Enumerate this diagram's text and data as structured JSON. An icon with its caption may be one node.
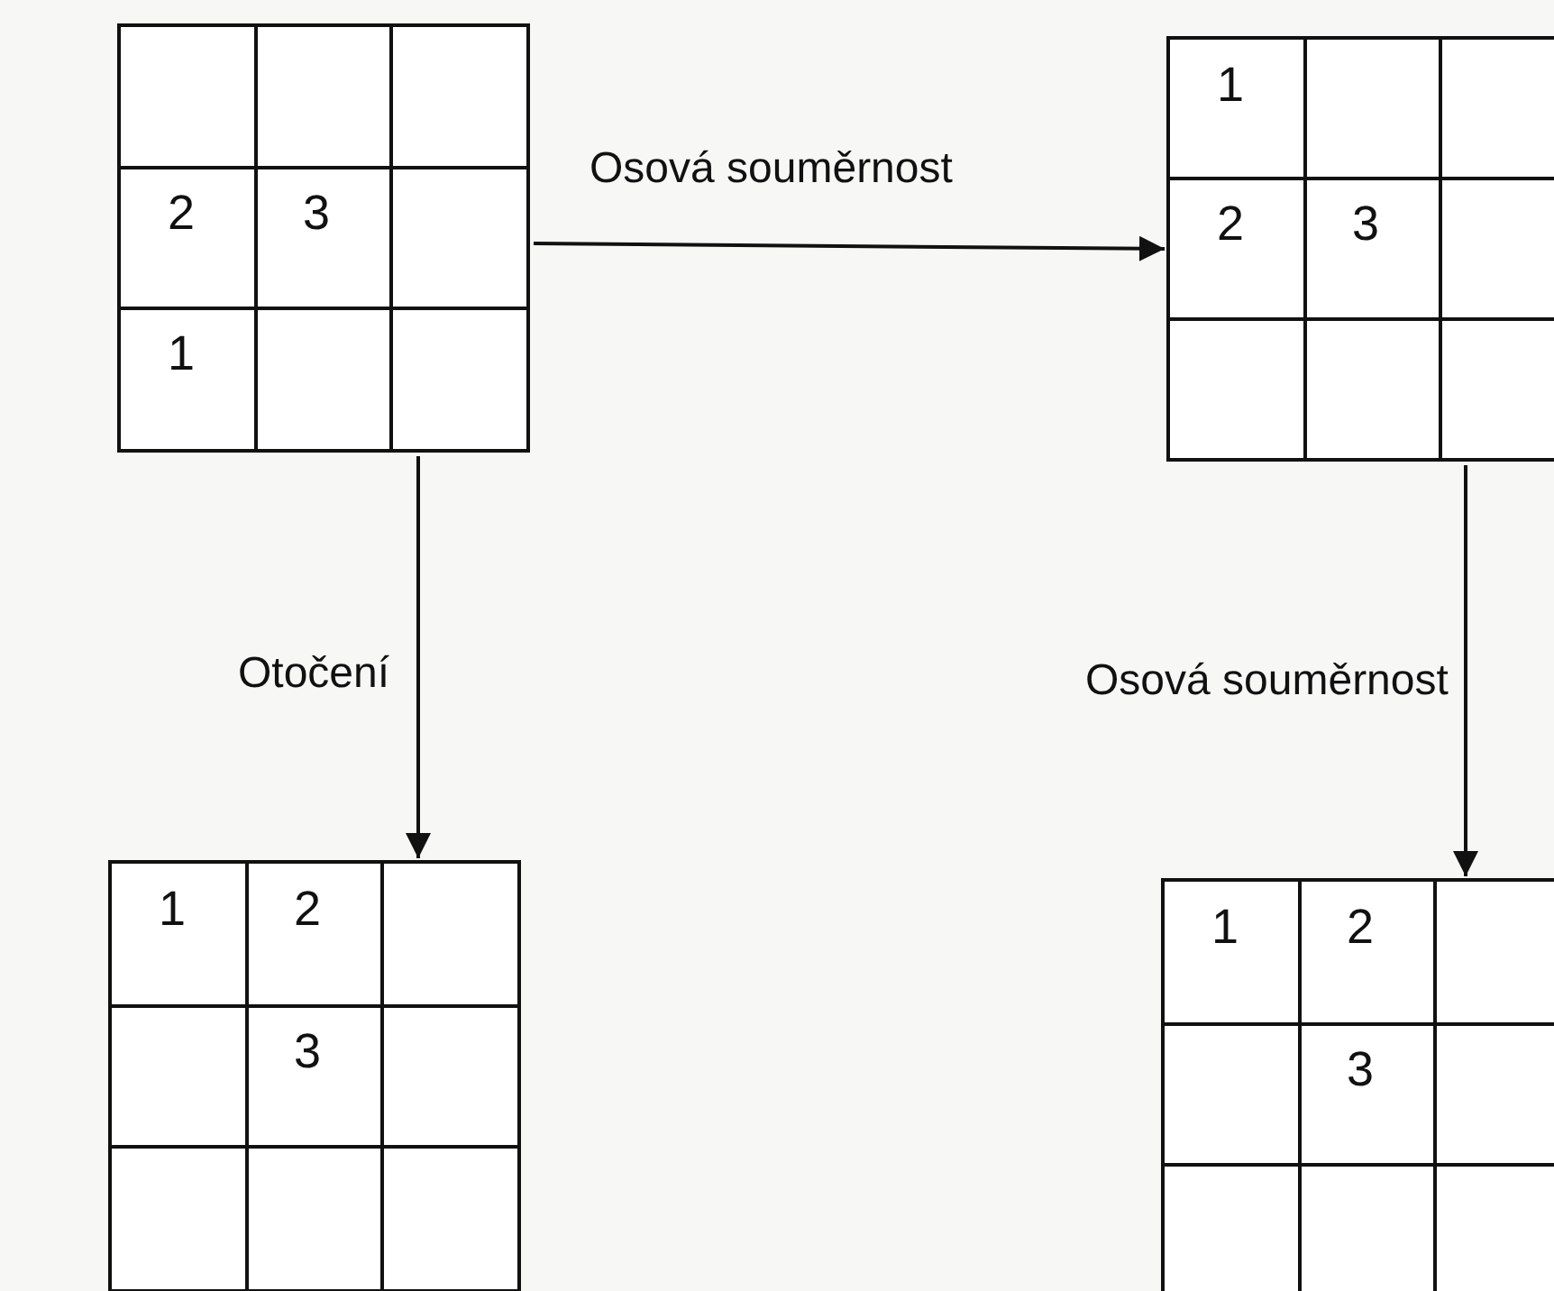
{
  "diagram": {
    "nodes": [
      {
        "text": [
          "2",
          "3",
          "1"
        ]
      },
      {
        "text": [
          "1",
          "2",
          "3"
        ]
      },
      {
        "text": [
          "1",
          "2",
          "3"
        ]
      },
      {
        "text": [
          "1",
          "2",
          "3"
        ]
      }
    ],
    "edges": [
      {
        "from": 0,
        "to": 1,
        "arrow": "to",
        "label": "Osová souměrnost"
      },
      {
        "from": 0,
        "to": 2,
        "arrow": "to",
        "label": "Otočení"
      },
      {
        "from": 1,
        "to": 3,
        "arrow": "to",
        "label": "Osová souměrnost"
      }
    ]
  }
}
